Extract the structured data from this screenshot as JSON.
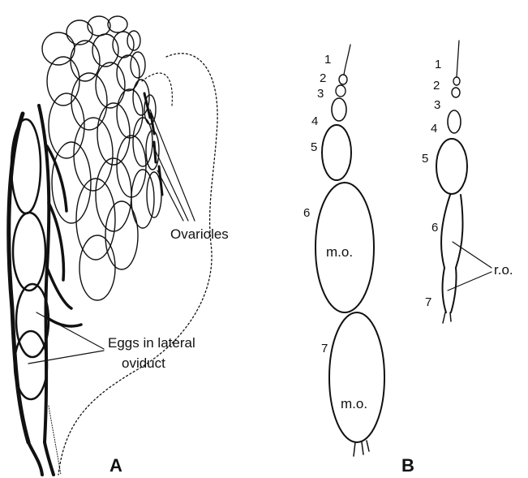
{
  "panel_a": {
    "letter": "A",
    "ovarioles_label": "Ovarioles",
    "eggs_label_line1": "Eggs in lateral",
    "eggs_label_line2": "oviduct"
  },
  "panel_b": {
    "letter": "B",
    "left_stages": [
      "1",
      "2",
      "3",
      "4",
      "5",
      "6",
      "7"
    ],
    "right_stages": [
      "1",
      "2",
      "3",
      "4",
      "5",
      "6",
      "7"
    ],
    "mature_oocyte_label": "m.o.",
    "resorbed_oocyte_label": "r.o."
  },
  "colors": {
    "line": "#111111",
    "background": "#ffffff"
  }
}
